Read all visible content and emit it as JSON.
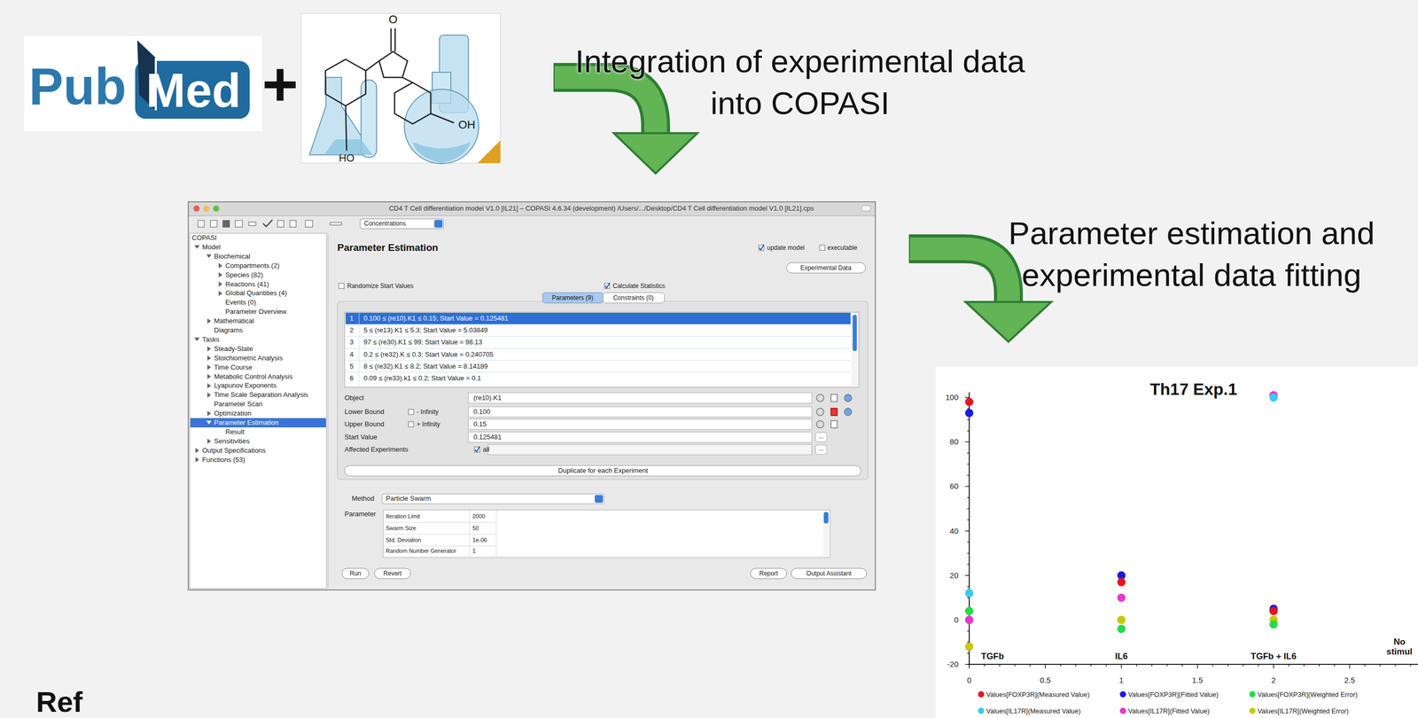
{
  "diagram": {
    "labels": [
      "Pub",
      "Med",
      "+",
      "O",
      "OH",
      "HO",
      "Integration of experimental data into COPASI",
      "Parameter estimation and experimental data fitting",
      "CD4 T Cell differentiation model V1.0 [IL21] – COPASI 4.6.34 (development) /Users/.../Desktop/CD4 T Cell differentiation model V1.0 [IL21].cps",
      "Concentrations",
      "COPASI",
      "Model",
      "Biochemical",
      "Compartments (2)",
      "Species (82)",
      "Reactions (41)",
      "Global Quantities (4)",
      "Events (0)",
      "Parameter Overview",
      "Mathematical",
      "Diagrams",
      "Tasks",
      "Steady-State",
      "Stoichiometric Analysis",
      "Time Course",
      "Metabolic Control Analysis",
      "Lyapunov Exponents",
      "Time Scale Separation Analysis",
      "Parameter Scan",
      "Optimization",
      "Parameter Estimation",
      "Result",
      "Sensitivities",
      "Output Specifications",
      "Functions (53)",
      "Parameter Estimation",
      "update model",
      "executable",
      "Experimental Data",
      "Randomize Start Values",
      "Calculate Statistics",
      "Parameters (9)",
      "Constraints (0)",
      "1",
      "0.100 ≤ (re10).K1 ≤ 0.15; Start Value = 0.125481",
      "2",
      "5 ≤ (re13).K1 ≤ 5.3; Start Value = 5.03849",
      "3",
      "97 ≤ (re30).K1 ≤ 99; Start Value = 98.13",
      "4",
      "0.2 ≤ (re32).K ≤ 0.3; Start Value = 0.240705",
      "5",
      "8 ≤ (re32).K1 ≤ 8.2; Start Value = 8.14189",
      "6",
      "0.09 ≤ (re33).k1 ≤ 0.2; Start Value = 0.1",
      "Object",
      "(re10).K1",
      "Lower Bound",
      "- Infinity",
      "0.100",
      "Upper Bound",
      "+ Infinity",
      "0.15",
      "Start Value",
      "0.125481",
      "...",
      "Affected Experiments",
      "all",
      "...",
      "Duplicate for each Experiment",
      "Method",
      "Particle Swarm",
      "Parameter",
      "Iteration Limit",
      "2000",
      "Swarm Size",
      "50",
      "Std. Deviation",
      "1e-06",
      "Random Number Generator",
      "1",
      "Run",
      "Revert",
      "Report",
      "Output Assistant",
      "Th17 Exp.1",
      "100",
      "80",
      "60",
      "40",
      "20",
      "0",
      "-20",
      "0",
      "0.5",
      "1",
      "1.5",
      "2",
      "2.5",
      "TGFb",
      "IL6",
      "TGFb + IL6",
      "No stimul",
      "Ref"
    ],
    "legend": [
      {
        "text": "Values[FOXP3R](Measured Value)",
        "color": "#e8141b"
      },
      {
        "text": "Values[FOXP3R](Fitted Value)",
        "color": "#1a1ae6"
      },
      {
        "text": "Values[FOXP3R](Weighted Error)",
        "color": "#22dd44"
      },
      {
        "text": "Values[IL17R](Measured Value)",
        "color": "#33ccee"
      },
      {
        "text": "Values[IL17R](Fitted Value)",
        "color": "#ee33cc"
      },
      {
        "text": "Values[IL17R](Weighted Error)",
        "color": "#c8c800"
      }
    ]
  }
}
